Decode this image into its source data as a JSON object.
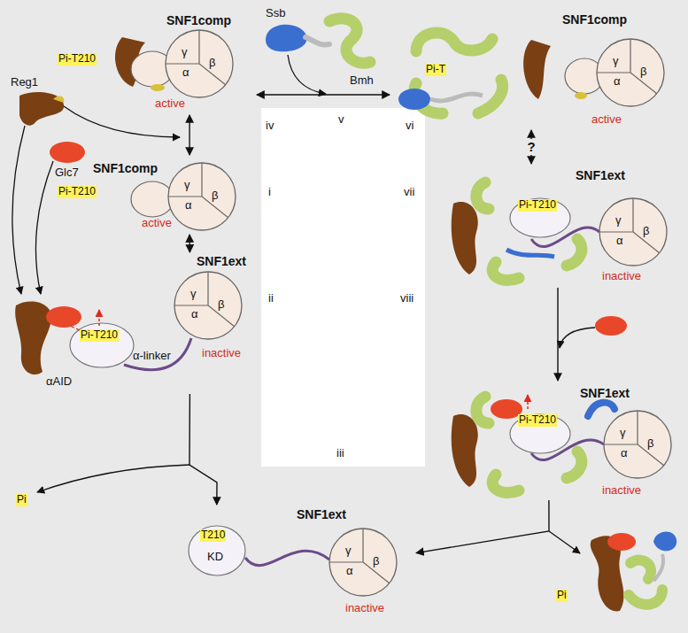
{
  "diagram": {
    "nodes": [
      {
        "text": [
          "SNF1comp",
          "Pi-T210",
          "γ",
          "α",
          "β",
          "active"
        ]
      },
      {
        "text": [
          "SNF1comp",
          "Pi-T",
          "γ",
          "α",
          "β",
          "active"
        ]
      },
      {
        "text": [
          "SNF1comp",
          "Pi-T210",
          "γ",
          "α",
          "β",
          "active"
        ]
      },
      {
        "text": [
          "SNF1ext",
          "Pi-T210",
          "γ",
          "β",
          "α",
          "inactive"
        ]
      },
      {
        "text": [
          "SNF1ext",
          "Pi-T210",
          "αAID",
          "α-linker",
          "γ",
          "β",
          "α",
          "inactive"
        ]
      },
      {
        "text": [
          "SNF1ext",
          "Pi-T210",
          "γ",
          "β",
          "α",
          "inactive"
        ]
      },
      {
        "text": [
          "SNF1ext",
          "T210",
          "KD",
          "γ",
          "β",
          "α",
          "inactive"
        ]
      },
      {
        "text": [
          "Reg1"
        ]
      },
      {
        "text": [
          "Glc7"
        ]
      },
      {
        "text": [
          "Ssb"
        ]
      },
      {
        "text": [
          "Bmh"
        ]
      }
    ],
    "edges": [
      {
        "from": 0,
        "to": 1,
        "arrow": "both"
      },
      {
        "from": 0,
        "to": 2,
        "arrow": "both"
      },
      {
        "from": 2,
        "to": 4,
        "arrow": "both"
      },
      {
        "from": 1,
        "to": 3,
        "label": "?",
        "arrow": "both"
      },
      {
        "from": 3,
        "to": 5,
        "arrow": "to"
      },
      {
        "from": 4,
        "to": 6,
        "arrow": "to"
      },
      {
        "from": 5,
        "to": 6,
        "arrow": "to"
      }
    ],
    "labels": [
      "iv",
      "v",
      "vi",
      "i",
      "vii",
      "ii",
      "viii",
      "iii",
      "Pi",
      "Pi"
    ]
  }
}
